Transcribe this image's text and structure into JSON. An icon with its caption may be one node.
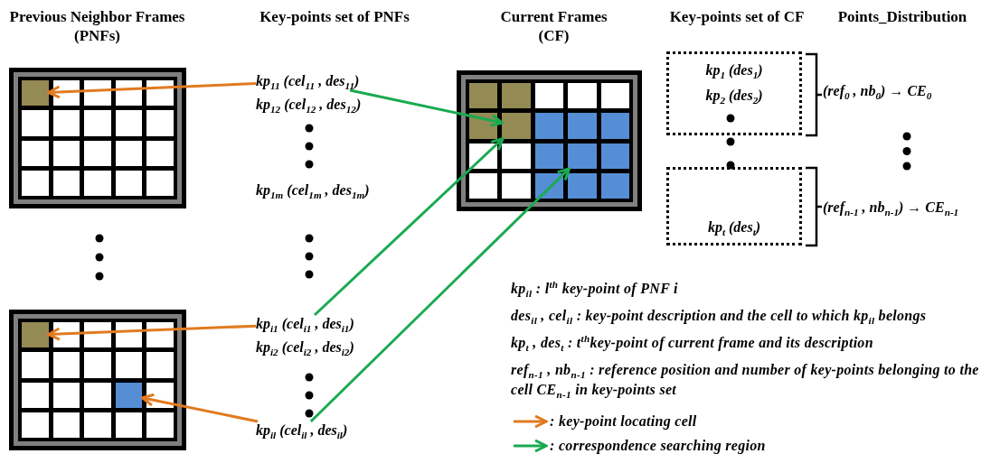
{
  "diagram": {
    "nodes": [
      {
        "text": [],
        "shape": "box"
      },
      {
        "text": [],
        "shape": "box",
        "in": 0
      },
      {
        "text": [
          "kp$_{11}$ (cel$_{11}$ , des$_{11}$)"
        ]
      },
      {
        "text": [],
        "shape": "box"
      },
      {
        "text": [],
        "shape": "box",
        "in": 3
      },
      {
        "text": [],
        "shape": "box",
        "in": 3
      },
      {
        "text": [
          "kp$_{1}$ (des$_{1}$)",
          "kp$_{2}$ (des$_{2}$)"
        ]
      },
      {
        "text": [
          "kp$_{t}$ (des$_{t}$)"
        ]
      },
      {
        "text": [],
        "shape": "box"
      },
      {
        "text": [],
        "shape": "box",
        "in": 8
      },
      {
        "text": [],
        "shape": "box",
        "in": 8
      },
      {
        "text": [
          "kp$_{i1}$ (cel$_{i1}$ , des$_{i1}$)"
        ]
      },
      {
        "text": [
          "kp$_{il}$ (cel$_{il}$ , des$_{il}$)"
        ]
      }
    ],
    "edges": [
      {
        "from": 2,
        "to": 1,
        "arrow": "to",
        "color": "#e07b20"
      },
      {
        "from": 2,
        "to": 4,
        "arrow": "to",
        "color": "#1aaa50"
      },
      {
        "from": 11,
        "to": 9,
        "arrow": "to",
        "color": "#e07b20"
      },
      {
        "from": 11,
        "to": 4,
        "arrow": "to",
        "color": "#1aaa50"
      },
      {
        "from": 12,
        "to": 10,
        "arrow": "to",
        "color": "#e07b20"
      },
      {
        "from": 12,
        "to": 5,
        "arrow": "to",
        "color": "#1aaa50"
      }
    ],
    "labels": [
      "Previous Neighbor Frames (PNFs)",
      "Key-points set of PNFs",
      "Current Frames (CF)",
      "Key-points set of CF",
      "Points_Distribution",
      "kp$_{12}$ (cel$_{12}$ , des$_{12}$)",
      "(ref$_{0}$ , nb$_{0}$) → CE$_{0}$",
      "kp$_{1m}$ (cel$_{1m}$ , des$_{1m}$)",
      "(ref$_{n-1}$ , nb$_{n-1}$) → CE$_{n-1}$",
      "kp$_{i2}$ (cel$_{i2}$ , des$_{i2}$)",
      "kp$_{il}$ : l$^{th}$ key-point of PNF i",
      "des$_{il}$ , cel$_{il}$ : key-point description and the cell to which kp$_{il}$ belongs",
      "kp$_{t}$ , des$_{t}$ : t$^{th}$key-point of current frame and its description",
      "ref$_{n-1}$ , nb$_{n-1}$ : reference position and number of key-points belonging to the cell CE$_{n-1}$ in key-points set"
    ],
    "legend": [
      {
        "text": ": key-point locating cell"
      },
      {
        "text": ": correspondence searching region"
      }
    ]
  }
}
